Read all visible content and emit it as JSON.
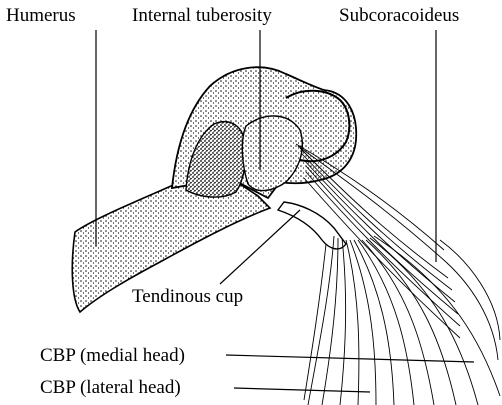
{
  "labels": {
    "humerus": "Humerus",
    "internal_tuberosity": "Internal tuberosity",
    "subcoracoideus": "Subcoracoideus",
    "tendinous_cup": "Tendinous cup",
    "cbp_medial": "CBP (medial head)",
    "cbp_lateral": "CBP (lateral head)"
  },
  "colors": {
    "ink": "#000000",
    "paper": "#ffffff"
  }
}
